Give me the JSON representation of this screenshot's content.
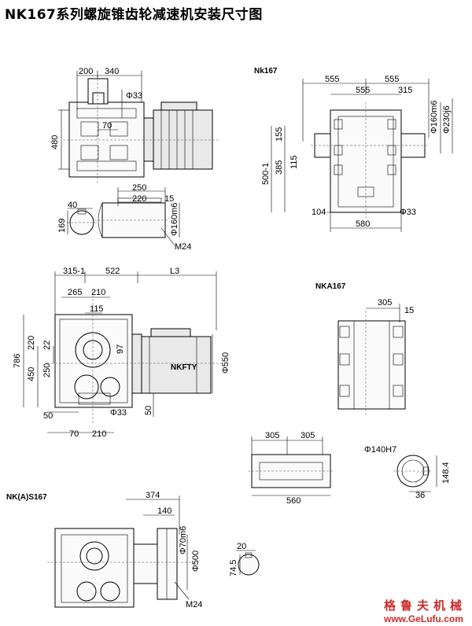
{
  "title": "NK167系列螺旋锥齿轮减速机安装尺寸图",
  "views": {
    "nk167": "Nk167",
    "nka167": "NKA167",
    "nks167": "NK(A)S167"
  },
  "top_left": {
    "d200": "200",
    "d340": "340",
    "phi33": "Φ33",
    "d480": "480",
    "d70": "70"
  },
  "shaft": {
    "d250": "250",
    "d220": "220",
    "d15": "15",
    "phi160m6": "Φ160m6",
    "d40": "40",
    "d169": "169",
    "m24": "M24"
  },
  "nk167_view": {
    "d555a": "555",
    "d555b": "555",
    "d555c": "555",
    "d315": "315",
    "phi160m6": "Φ160m6",
    "phi230j6": "Φ230j6",
    "d155": "155",
    "d385": "385",
    "d115": "115",
    "d500": "500-1",
    "d104": "104",
    "phi33": "Φ33",
    "d580": "580"
  },
  "mid_left": {
    "d315": "315-1",
    "d522": "522",
    "l3": "L3",
    "d265": "265",
    "d210a": "210",
    "d115": "115",
    "d220": "220",
    "d22": "22",
    "d97": "97",
    "d786": "786",
    "d450": "450",
    "d250": "250",
    "phi550": "Φ550",
    "d50a": "50",
    "phi33": "Φ33",
    "d50b": "50",
    "d70": "70",
    "d210b": "210",
    "brand": "NKFTY"
  },
  "nka_view": {
    "d305": "305",
    "d15": "15"
  },
  "hollow": {
    "d305a": "305",
    "d305b": "305",
    "d560": "560",
    "phi140h7": "Φ140H7",
    "d148": "148.4",
    "d36": "36"
  },
  "bottom": {
    "d374": "374",
    "d140": "140",
    "phi70m6": "Φ70m6",
    "phi500": "Φ500",
    "m24": "M24",
    "d20": "20",
    "d745": "74.5"
  },
  "watermark": {
    "cn": "格鲁夫机械",
    "url": "www.GeLufu.com"
  }
}
